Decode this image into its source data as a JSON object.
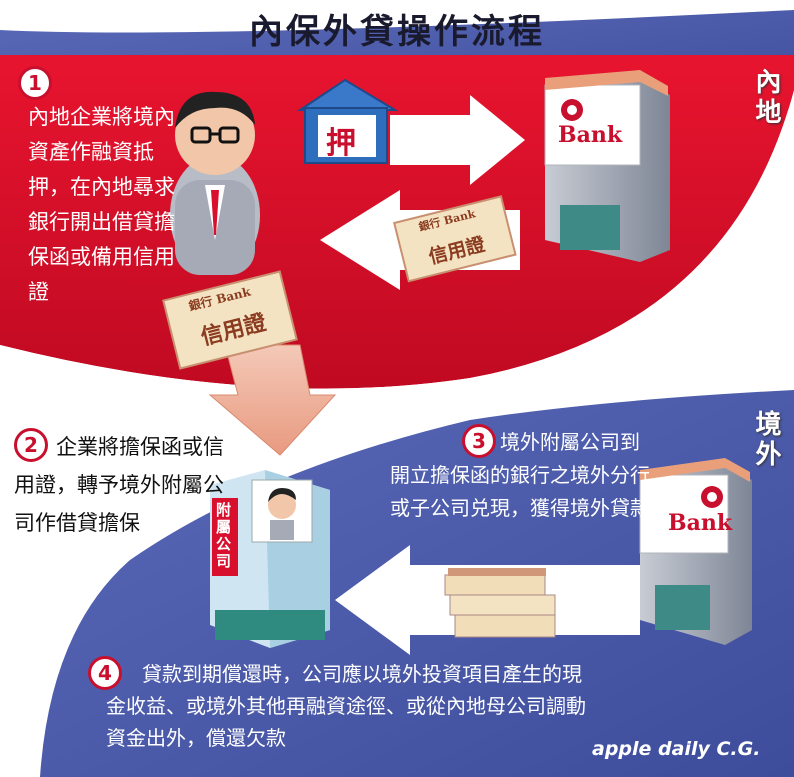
{
  "title": "內保外貸操作流程",
  "regions": {
    "mainland": "內地",
    "offshore": "境外"
  },
  "steps": [
    {
      "number": "1",
      "text": "內地企業將境內資產作融資抵押，在內地尋求銀行開出借貸擔保函或備用信用證"
    },
    {
      "number": "2",
      "text": "企業將擔保函或信用證，轉予境外附屬公司作借貸擔保"
    },
    {
      "number": "3",
      "text": "境外附屬公司到開立擔保函的銀行之境外分行或子公司兑現，獲得境外貸款"
    },
    {
      "number": "4",
      "text": "貸款到期償還時，公司應以境外投資項目產生的現金收益、或境外其他再融資途徑、或從內地母公司調動資金出外，償還欠款"
    }
  ],
  "labels": {
    "house_sign": "押",
    "bank_sign": "Bank",
    "cert_bank": "銀行 Bank",
    "cert_title": "信用證",
    "subsidiary_sign": "附屬公司"
  },
  "credit": "apple daily C.G.",
  "colors": {
    "red": "#d8102e",
    "blue": "#4a5aa8",
    "dark_blue": "#3c4a98"
  }
}
